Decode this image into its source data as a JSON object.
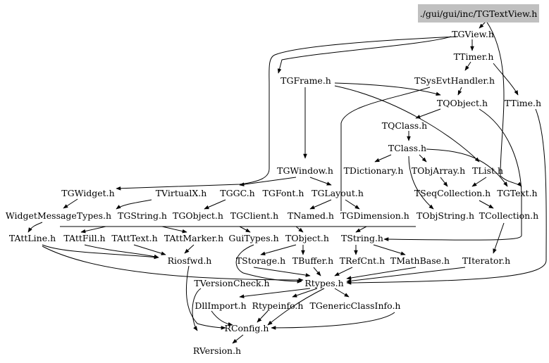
{
  "diagram": {
    "root": "./gui/gui/inc/TGTextView.h",
    "nodes": {
      "root": "./gui/gui/inc/TGTextView.h",
      "tgview": "TGView.h",
      "ttimer": "TTimer.h",
      "tgframe": "TGFrame.h",
      "tsysevthandler": "TSysEvtHandler.h",
      "tqobject": "TQObject.h",
      "ttime": "TTime.h",
      "tqclass": "TQClass.h",
      "tclass": "TClass.h",
      "tgwindow": "TGWindow.h",
      "tdictionary": "TDictionary.h",
      "tobjarray": "TObjArray.h",
      "tlist": "TList.h",
      "tgwidget": "TGWidget.h",
      "tvirtualx": "TVirtualX.h",
      "tggc": "TGGC.h",
      "tgfont": "TGFont.h",
      "tglayout": "TGLayout.h",
      "tseqcollection": "TSeqCollection.h",
      "tgtext": "TGText.h",
      "widgetmessagetypes": "WidgetMessageTypes.h",
      "tgstring": "TGString.h",
      "tgobject": "TGObject.h",
      "tgclient": "TGClient.h",
      "tnamed": "TNamed.h",
      "tgdimension": "TGDimension.h",
      "tobjstring": "TObjString.h",
      "tcollection": "TCollection.h",
      "tattline": "TAttLine.h",
      "tattfill": "TAttFill.h",
      "tatttext": "TAttText.h",
      "tattmarker": "TAttMarker.h",
      "guitypes": "GuiTypes.h",
      "tobject": "TObject.h",
      "tstring": "TString.h",
      "riosfwd": "Riosfwd.h",
      "tstorage": "TStorage.h",
      "tbuffer": "TBuffer.h",
      "trefcnt": "TRefCnt.h",
      "tmathbase": "TMathBase.h",
      "titerator": "TIterator.h",
      "tversioncheck": "TVersionCheck.h",
      "rtypes": "Rtypes.h",
      "dllimport": "DllImport.h",
      "rtypeinfo": "Rtypeinfo.h",
      "tgenericclassinfo": "TGenericClassInfo.h",
      "rconfig": "RConfig.h",
      "rversion": "RVersion.h"
    },
    "colors": {
      "root_fill": "#c0c0c0",
      "edge": "#000000",
      "text": "#000000",
      "background": "#ffffff"
    }
  }
}
